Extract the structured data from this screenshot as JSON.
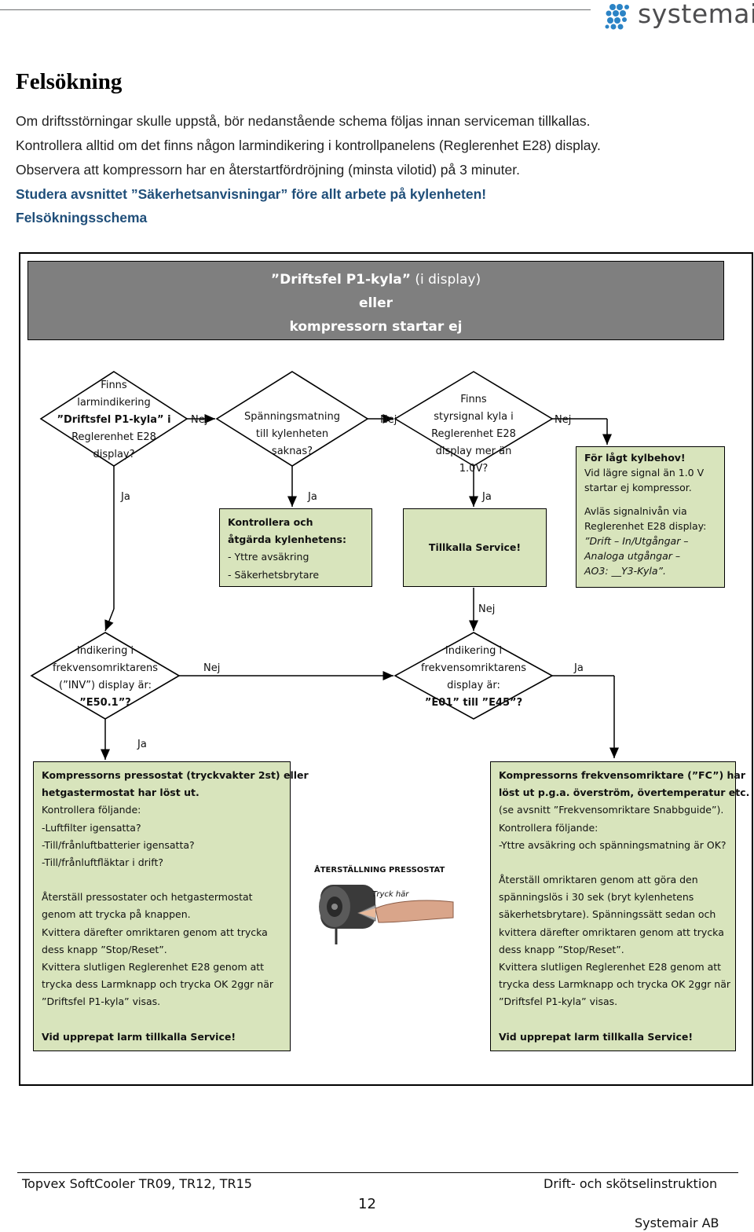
{
  "brand": {
    "logo_text": "systemair"
  },
  "page_title": "Felsökning",
  "intro": {
    "line1": "Om driftsstörningar skulle uppstå, bör nedanstående schema följas innan serviceman tillkallas.",
    "line2": "Kontrollera alltid om det finns någon larmindikering i kontrollpanelens (Reglerenhet E28) display.",
    "line3": "Observera att kompressorn har en återstartfördröjning (minsta vilotid) på 3 minuter.",
    "warning": "Studera avsnittet ”Säkerhetsanvisningar” före allt arbete på kylenheten!",
    "schema_heading": "Felsökningsschema"
  },
  "flowchart": {
    "header": {
      "line1_bold": "”Driftsfel P1-kyla”",
      "line1_rest": " (i display)",
      "line2": "eller",
      "line3": "kompressorn startar ej"
    },
    "decision1": [
      "Finns",
      "larmindikering",
      "”Driftsfel P1-kyla” i",
      "Reglerenhet E28",
      "display?"
    ],
    "decision2": [
      "Spänningsmatning",
      "till kylenheten",
      "saknas?"
    ],
    "decision3": [
      "Finns",
      "styrsignal kyla i",
      "Reglerenhet E28",
      "display mer än",
      "1.0V?"
    ],
    "decision4": [
      "Indikering i",
      "frekvensomriktarens",
      "(”INV”) display är:",
      "”E50.1”?"
    ],
    "decision5": [
      "Indikering i",
      "frekvensomriktarens",
      "display är:",
      "”E01” till ”E45”?"
    ],
    "labels": {
      "no": "Nej",
      "yes": "Ja"
    },
    "box_check": {
      "line1": "Kontrollera och",
      "line2": "åtgärda kylenhetens:",
      "line3": "- Yttre avsäkring",
      "line4": "- Säkerhetsbrytare"
    },
    "box_service": "Tillkalla Service!",
    "box_low": {
      "line1": "För lågt kylbehov!",
      "line2": "Vid lägre signal än 1.0 V",
      "line3": "startar ej kompressor.",
      "line4": "Avläs signalnivån via",
      "line5": "Reglerenhet E28 display:",
      "line6": "”Drift – In/Utgångar –",
      "line7": "Analoga utgångar –",
      "line8": "AO3: __Y3-Kyla”."
    },
    "box_pressostat": {
      "l1": "Kompressorns pressostat (tryckvakter 2st) eller",
      "l2": "hetgastermostat har löst ut.",
      "l3": "Kontrollera följande:",
      "l4": "-Luftfilter igensatta?",
      "l5": "-Till/frånluftbatterier igensatta?",
      "l6": "-Till/frånluftfläktar i drift?",
      "l7": "Återställ pressostater och hetgastermostat",
      "l8": "genom att trycka på knappen.",
      "l9": "Kvittera därefter omriktaren genom att trycka",
      "l10": "dess knapp ”Stop/Reset”.",
      "l11": "Kvittera slutligen Reglerenhet E28 genom att",
      "l12": "trycka dess Larmknapp och trycka OK 2ggr när",
      "l13": "”Driftsfel P1-kyla” visas.",
      "l14": "Vid upprepat larm tillkalla Service!",
      "image_caption": "ÅTERSTÄLLNING PRESSOSTAT",
      "image_label": "Tryck här"
    },
    "box_inverter": {
      "l1": "Kompressorns frekvensomriktare (”FC”) har",
      "l2": "löst ut p.g.a. överström, övertemperatur etc.",
      "l3": "(se avsnitt ”Frekvensomriktare Snabbguide”).",
      "l4": "Kontrollera följande:",
      "l5": "-Yttre avsäkring och spänningsmatning är OK?",
      "l6": "Återställ omriktaren genom att göra den",
      "l7": "spänningslös i 30 sek (bryt kylenhetens",
      "l8": "säkerhetsbrytare). Spänningssätt sedan och",
      "l9": "kvittera därefter omriktaren genom att trycka",
      "l10": "dess knapp ”Stop/Reset”.",
      "l11": "Kvittera slutligen Reglerenhet E28 genom att",
      "l12": "trycka dess Larmknapp och trycka OK 2ggr när",
      "l13": "”Driftsfel P1-kyla” visas.",
      "l14": "Vid upprepat larm tillkalla Service!"
    }
  },
  "footer": {
    "left": "Topvex SoftCooler TR09, TR12, TR15",
    "right": "Drift- och skötselinstruktion",
    "page_number": "12",
    "company": "Systemair AB"
  }
}
